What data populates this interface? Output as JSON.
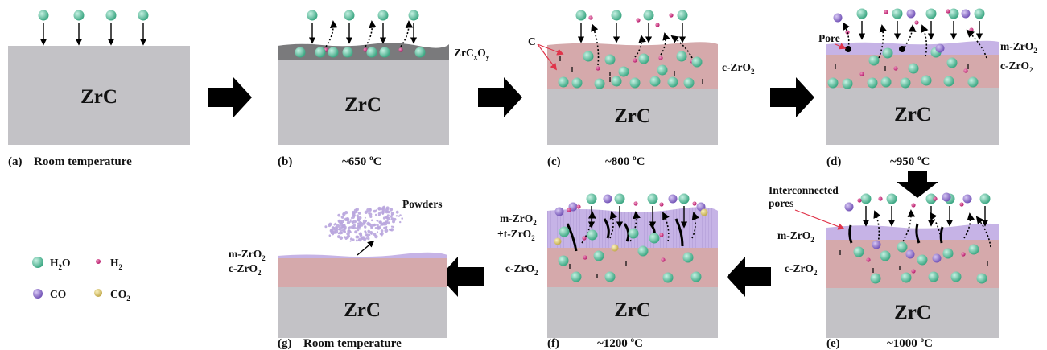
{
  "substrate_label": "ZrC",
  "panels": {
    "a": {
      "letter": "(a)",
      "condition": "Room temperature"
    },
    "b": {
      "letter": "(b)",
      "condition": "~650 °C"
    },
    "c": {
      "letter": "(c)",
      "condition": "~800 °C"
    },
    "d": {
      "letter": "(d)",
      "condition": "~950 °C"
    },
    "e": {
      "letter": "(e)",
      "condition": "~1000 °C"
    },
    "f": {
      "letter": "(f)",
      "condition": "~1200 °C"
    },
    "g": {
      "letter": "(g)",
      "condition": "Room temperature"
    }
  },
  "labels": {
    "zrcxoy": "ZrCxOy",
    "carbon": "C",
    "c_zro2": "c-ZrO2",
    "m_zro2": "m-ZrO2",
    "m_t_zro2_line1": "m-ZrO2",
    "m_t_zro2_line2": "+t-ZrO2",
    "pore": "Pore",
    "interconnected_line1": "Interconnected",
    "interconnected_line2": "pores",
    "powders": "Powders"
  },
  "legend": [
    {
      "name": "h2o",
      "label": "H2O",
      "color": "#4dbf9c"
    },
    {
      "name": "h2",
      "label": "H2",
      "color": "#c8287a"
    },
    {
      "name": "co",
      "label": "CO",
      "color": "#8a6ac8"
    },
    {
      "name": "co2",
      "label": "CO2",
      "color": "#d6c46a"
    }
  ],
  "colors": {
    "substrate": "#c3c2c6",
    "zrcxoy_layer": "#7a7a7c",
    "c_zro2_layer": "#d5a9ab",
    "m_zro2_layer": "#c6b3e6",
    "process_arrow": "#000000"
  }
}
